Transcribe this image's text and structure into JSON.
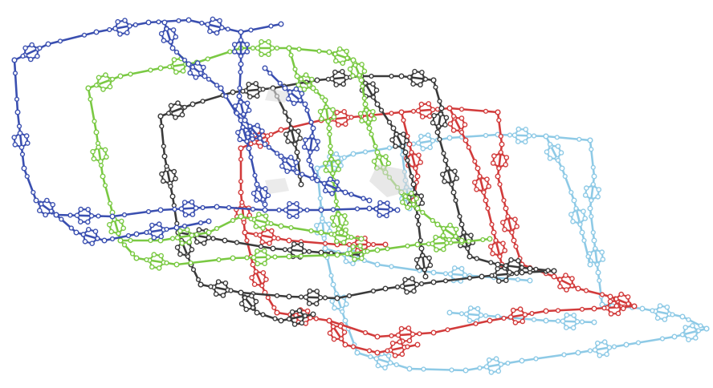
{
  "figure": {
    "type": "interpenetrated-framework-structure",
    "background": "#ffffff",
    "node_fill": "#ffffff"
  },
  "networks": [
    {
      "name": "network-blue",
      "color": "#3a4fb0"
    },
    {
      "name": "network-green",
      "color": "#7ac943"
    },
    {
      "name": "network-black",
      "color": "#3a3a3a"
    },
    {
      "name": "network-red",
      "color": "#d23b3b"
    },
    {
      "name": "network-lightblue",
      "color": "#8ecae6"
    }
  ]
}
